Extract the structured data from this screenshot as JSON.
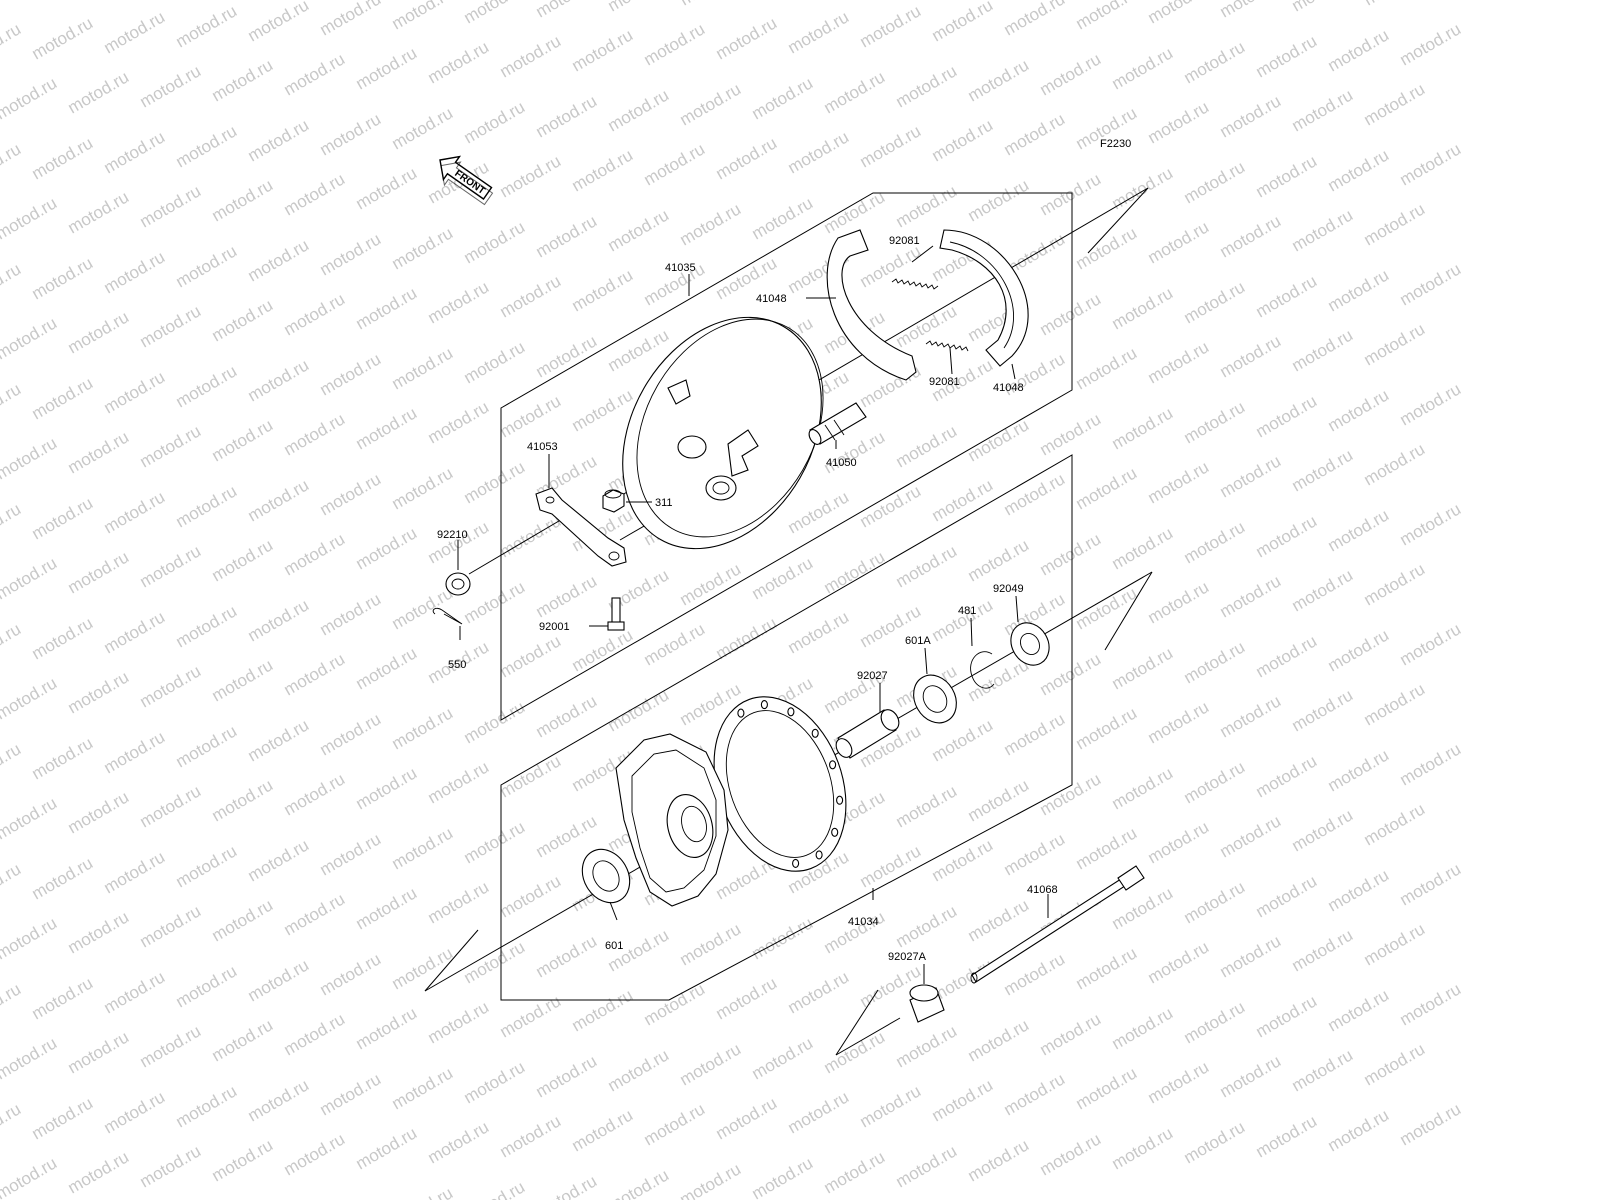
{
  "diagram": {
    "figure_code": "F2230",
    "front_label": "FRONT",
    "watermark": "motod.ru",
    "parts": {
      "p41035": "41035",
      "p41048a": "41048",
      "p41048b": "41048",
      "p92081a": "92081",
      "p92081b": "92081",
      "p41053": "41053",
      "p41050": "41050",
      "p311": "311",
      "p92210": "92210",
      "p92001": "92001",
      "p550": "550",
      "p92049": "92049",
      "p481": "481",
      "p601A": "601A",
      "p92027": "92027",
      "p41034": "41034",
      "p601": "601",
      "p41068": "41068",
      "p92027A": "92027A"
    }
  }
}
